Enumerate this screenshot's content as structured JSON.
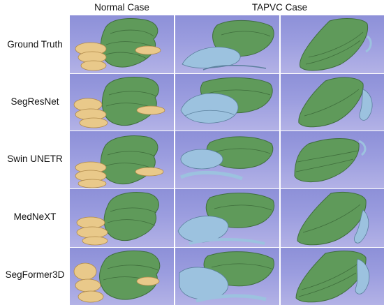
{
  "columns": {
    "normal": "Normal Case",
    "tapvc": "TAPVC Case"
  },
  "rows": [
    "Ground Truth",
    "SegResNet",
    "Swin UNETR",
    "MedNeXT",
    "SegFormer3D"
  ],
  "colors": {
    "background_top": "#8d90d8",
    "background_bottom": "#b3b2e6",
    "green_structure": "#5f9a5a",
    "yellow_structure": "#e9c98a",
    "blue_structure": "#9cc2df"
  }
}
